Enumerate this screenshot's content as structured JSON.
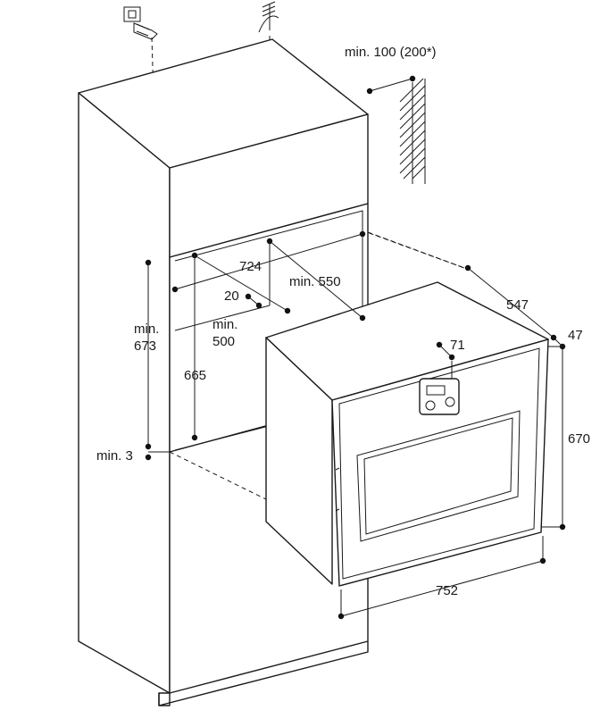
{
  "diagram": {
    "labels": {
      "wall_clearance": "min. 100 (200*)",
      "niche_width": "724",
      "depth_min": "min. 550",
      "offset_20": "20",
      "min_500_line1": "min.",
      "min_500_line2": "500",
      "niche_height_line1": "min.",
      "niche_height_line2": "673",
      "height_665": "665",
      "gap_min3": "min. 3",
      "depth_547": "547",
      "depth_47": "47",
      "depth_71": "71",
      "height_670": "670",
      "width_752": "752"
    }
  }
}
